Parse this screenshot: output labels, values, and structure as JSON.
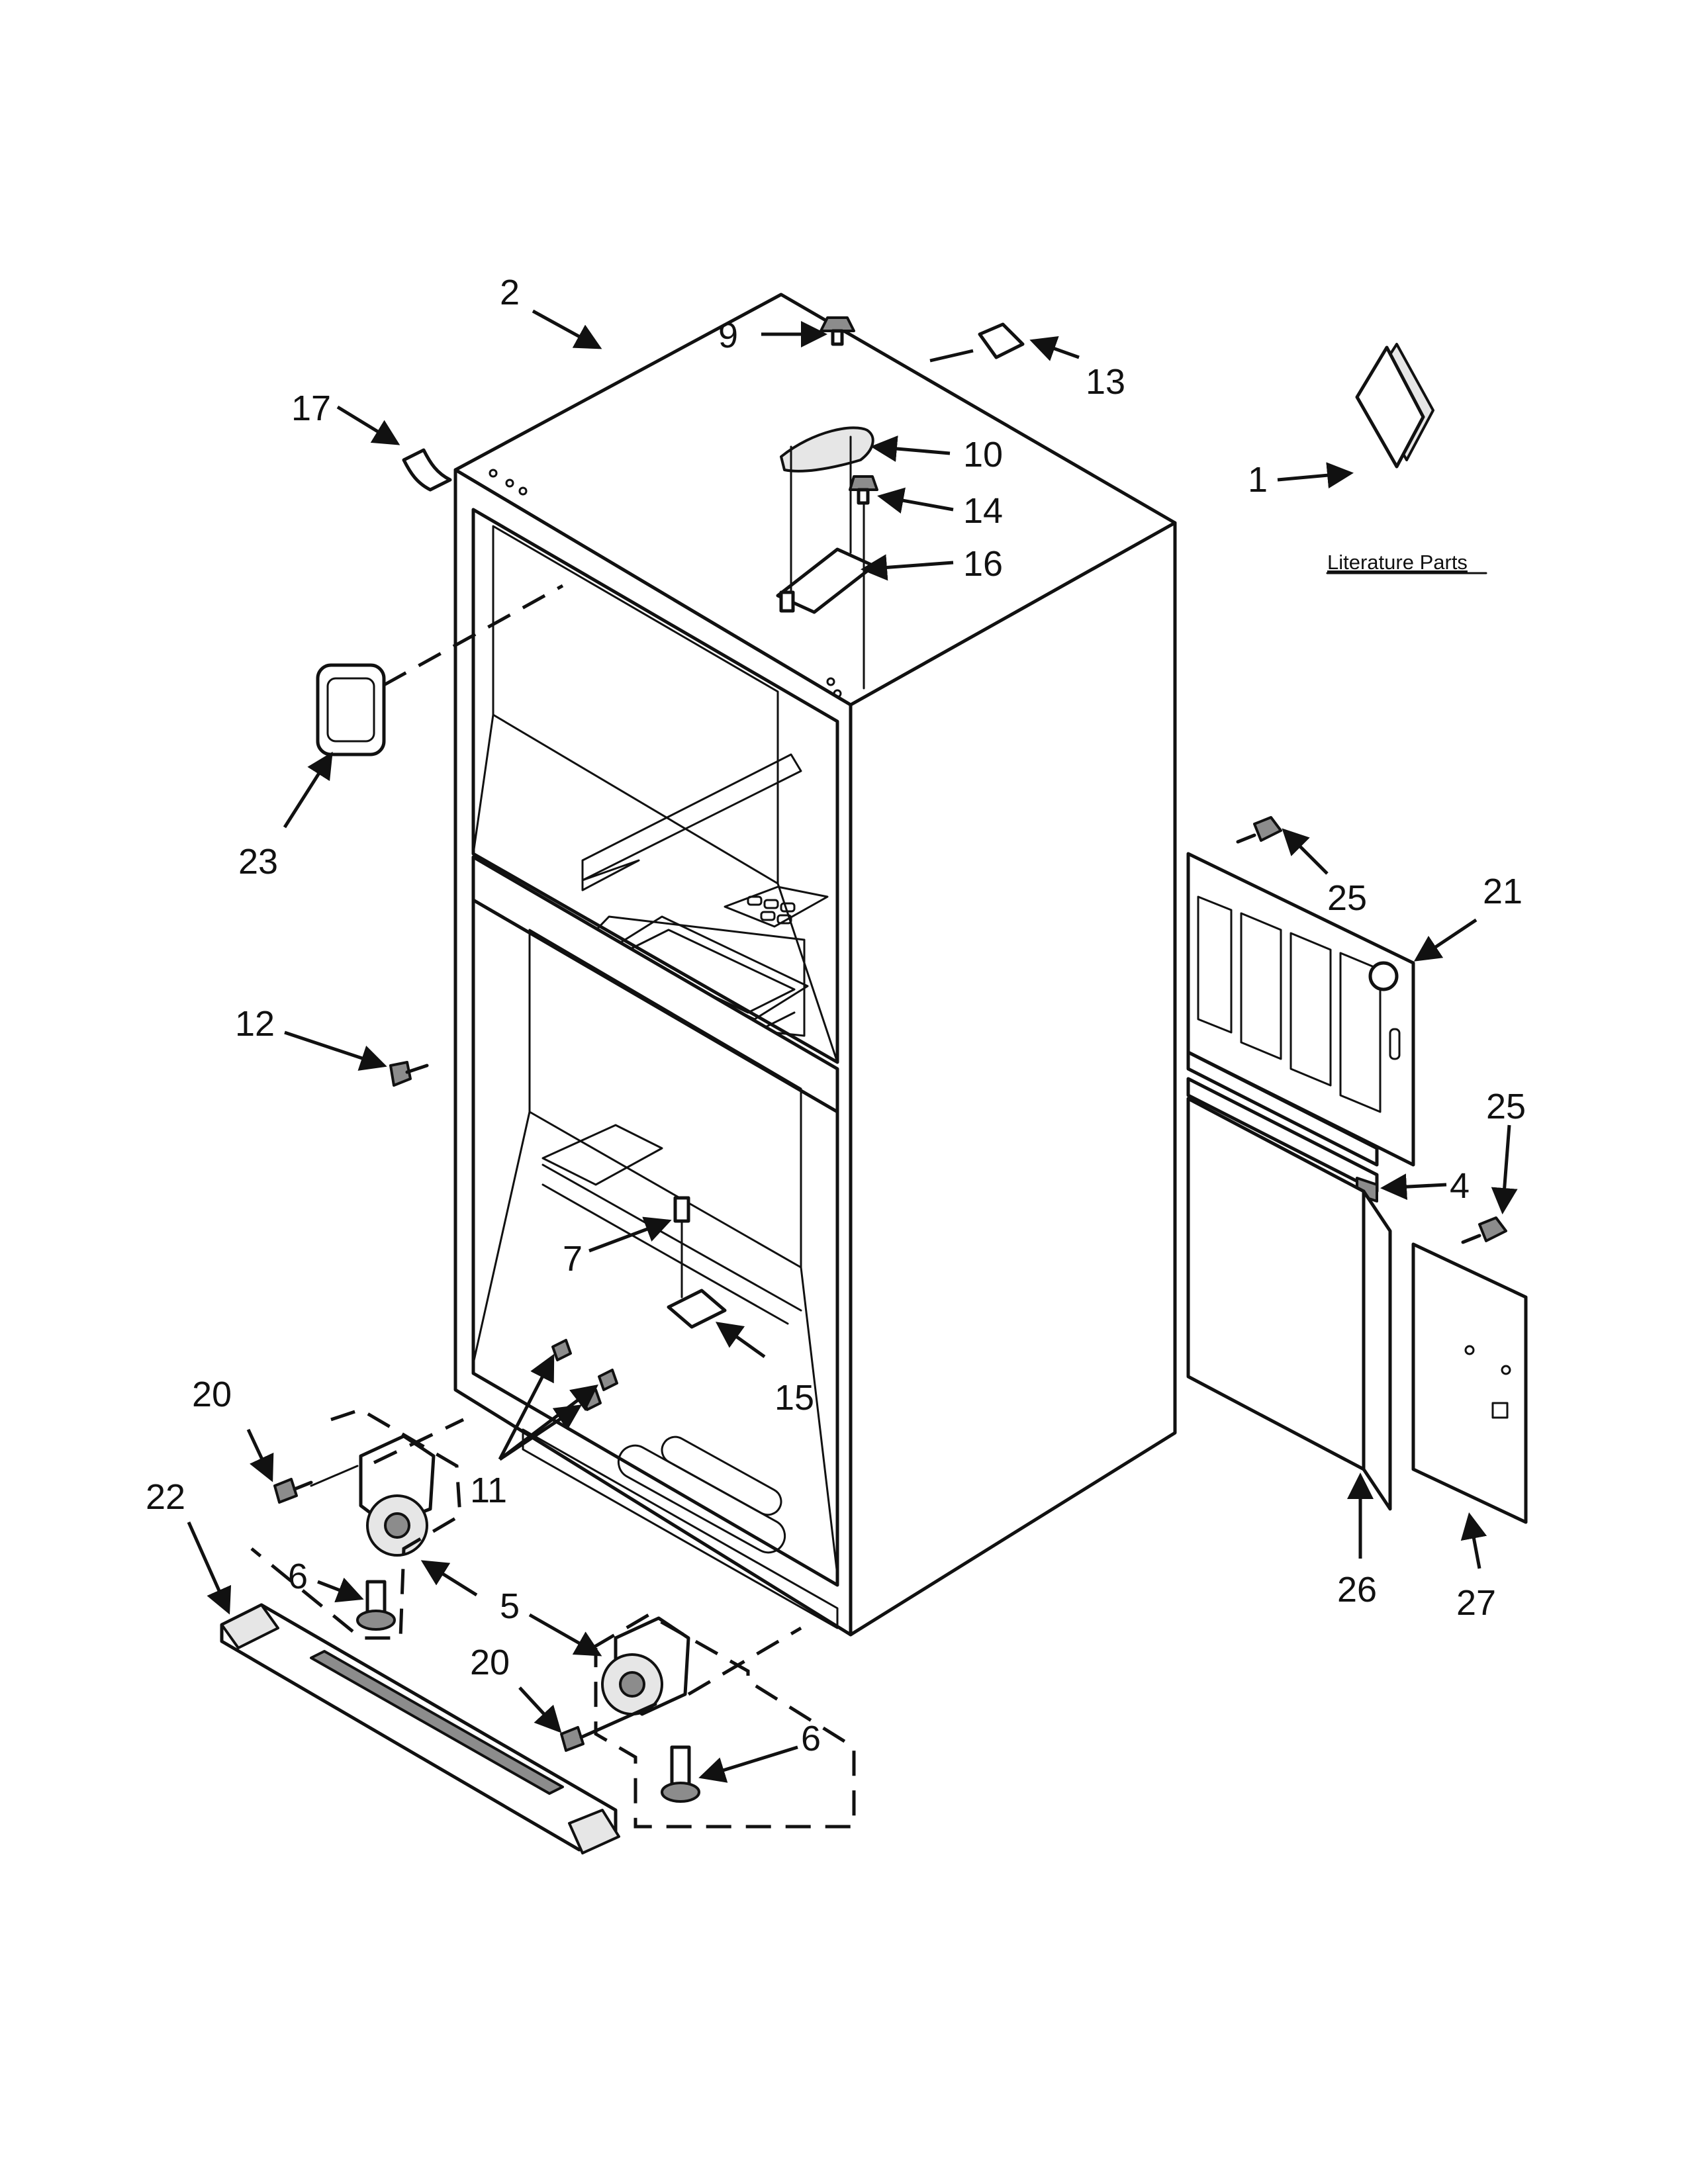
{
  "callouts": {
    "c1": "1",
    "c2": "2",
    "c4": "4",
    "c5": "5",
    "c6a": "6",
    "c6b": "6",
    "c7": "7",
    "c9": "9",
    "c10": "10",
    "c11": "11",
    "c12": "12",
    "c13": "13",
    "c14": "14",
    "c15": "15",
    "c16": "16",
    "c17": "17",
    "c20a": "20",
    "c20b": "20",
    "c21": "21",
    "c22": "22",
    "c23": "23",
    "c25a": "25",
    "c25b": "25",
    "c26": "26",
    "c27": "27"
  },
  "literature_label": "Literature Parts"
}
